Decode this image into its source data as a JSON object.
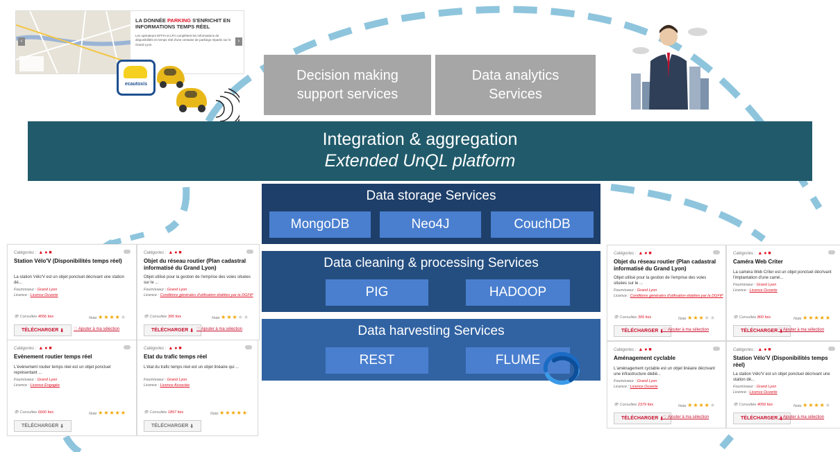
{
  "top_services": {
    "decision": "Decision making support services",
    "analytics": "Data analytics Services"
  },
  "integration": {
    "line1": "Integration & aggregation",
    "line2": "Extended UnQL platform"
  },
  "storage": {
    "title": "Data  storage Services",
    "items": [
      "MongoDB",
      "Neo4J",
      "CouchDB"
    ]
  },
  "cleaning": {
    "title": "Data  cleaning  & processing Services",
    "items": [
      "PIG",
      "HADOOP"
    ]
  },
  "harvesting": {
    "title": "Data  harvesting Services",
    "items": [
      "REST",
      "FLUME"
    ]
  },
  "parking_banner": {
    "headline_pre": "LA DONNÉE ",
    "headline_hl": "PARKING",
    "headline_post": " S'ENRICHIT EN INFORMATIONS TEMPS RÉEL",
    "body": "Les opérateurs EFFIA et LPA complètent les informations de disponibilités en temps réel d'une centaine de parkings répartis sur le Grand Lyon.",
    "logo": "ecautoxis"
  },
  "card_labels": {
    "categories": "Catégories :",
    "supplier": "Fournisseur :",
    "licence": "Licence :",
    "consulted": "Consultée",
    "note": "Note",
    "download": "TÉLÉCHARGER",
    "add_selection": "Ajouter à ma sélection"
  },
  "left_cards": [
    {
      "title": "Station Vélo'V (Disponibilités temps réel)",
      "desc": "La station Vélo'V est un objet ponctuel décrivant une station dé...",
      "supplier": "Grand Lyon",
      "licence": "Licence Ouverte",
      "consulted": "4056 fois",
      "stars": 4,
      "active": true
    },
    {
      "title": "Objet du réseau routier (Plan cadastral informatisé du Grand Lyon)",
      "desc": "Objet utilisé pour la gestion de l'emprise des voies situées sur le ...",
      "supplier": "Grand Lyon",
      "licence": "Conditions générales d'utilisation établies par la DGFiP",
      "consulted": "395 fois",
      "stars": 3,
      "active": true
    },
    {
      "title": "Evènement routier temps réel",
      "desc": "L'évènement routier temps réel est un objet ponctuel représentant ...",
      "supplier": "Grand Lyon",
      "licence": "Licence Engagée",
      "consulted": "6660 fois",
      "stars": 5,
      "active": false
    },
    {
      "title": "Etat du trafic temps réel",
      "desc": "L'état du trafic temps réel est un objet linéaire qui ...",
      "supplier": "Grand Lyon",
      "licence": "Licence Associée",
      "consulted": "1857 fois",
      "stars": 5,
      "active": false
    }
  ],
  "right_cards": [
    {
      "title": "Objet du réseau routier (Plan cadastral informatisé du Grand Lyon)",
      "desc": "Objet utilisé pour la gestion de l'emprise des voies situées sur le ...",
      "supplier": "Grand Lyon",
      "licence": "Conditions générales d'utilisation établies par la DGFiP",
      "consulted": "395 fois",
      "stars": 3
    },
    {
      "title": "Caméra Web Criter",
      "desc": "La caméra Web Criter est un objet ponctuel décrivant l'implantation d'une camé...",
      "supplier": "Grand Lyon",
      "licence": "Licence Ouverte",
      "consulted": "800 fois",
      "stars": 5
    },
    {
      "title": "Aménagement cyclable",
      "desc": "L'aménagement cyclable est un objet linéaire décrivant une infrastructure dédié...",
      "supplier": "Grand Lyon",
      "licence": "Licence Ouverte",
      "consulted": "2379 fois",
      "stars": 4
    },
    {
      "title": "Station Vélo'V (Disponibilités temps réel)",
      "desc": "La station Vélo'V est un objet ponctuel décrivant une station dé...",
      "supplier": "Grand Lyon",
      "licence": "Licence Ouverte",
      "consulted": "4059 fois",
      "stars": 4
    }
  ],
  "colors": {
    "arc": "#8ec5dd",
    "band": "#215b6b",
    "storage_layer": "#1d3f6a",
    "cleaning_layer": "#244e80",
    "harvest_layer": "#3163a3",
    "chip": "#4a7fcf",
    "grey_box": "#a6a6a6"
  },
  "icons": [
    "wifi-signal-icon",
    "taxi-car-icon",
    "businessman-icon",
    "flume-logo-icon",
    "city-skyline-icon"
  ]
}
